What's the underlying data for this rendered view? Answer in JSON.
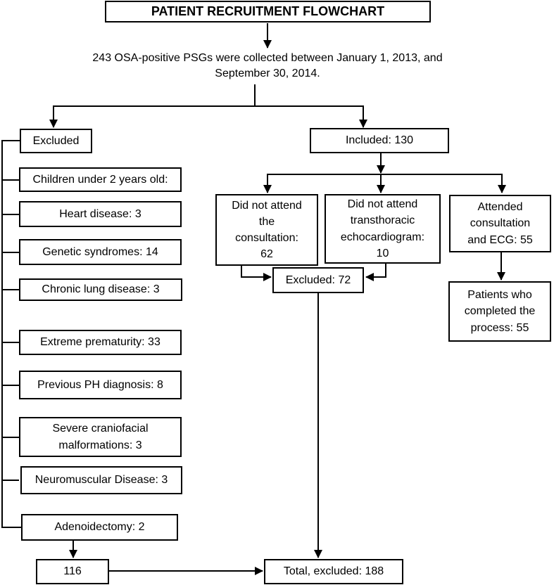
{
  "colors": {
    "ink": "#000000",
    "background": "#ffffff"
  },
  "header": {
    "title": "PATIENT RECRUITMENT FLOWCHART"
  },
  "intro": {
    "text": "243 OSA-positive PSGs were collected between January 1, 2013, and\nSeptember 30, 2014."
  },
  "left_branch": {
    "header": "Excluded",
    "reasons": [
      "Children under 2 years old:",
      "Heart disease: 3",
      "Genetic syndromes: 14",
      "Chronic lung disease: 3",
      "Extreme prematurity: 33",
      "Previous PH diagnosis: 8",
      "Severe craniofacial\nmalformations: 3",
      "Neuromuscular Disease: 3",
      "Adenoidectomy: 2"
    ],
    "subtotal": "116"
  },
  "right_branch": {
    "included": "Included: 130",
    "no_consultation": "Did not attend\nthe\nconsultation:\n62",
    "no_echocardiogram": "Did not attend\ntransthoracic\nechocardiogram:\n10",
    "attended": "Attended\nconsultation\nand ECG: 55",
    "excluded_merge": "Excluded: 72",
    "completed": "Patients who\ncompleted the\nprocess: 55"
  },
  "footer": {
    "total_excluded": "Total, excluded: 188"
  }
}
